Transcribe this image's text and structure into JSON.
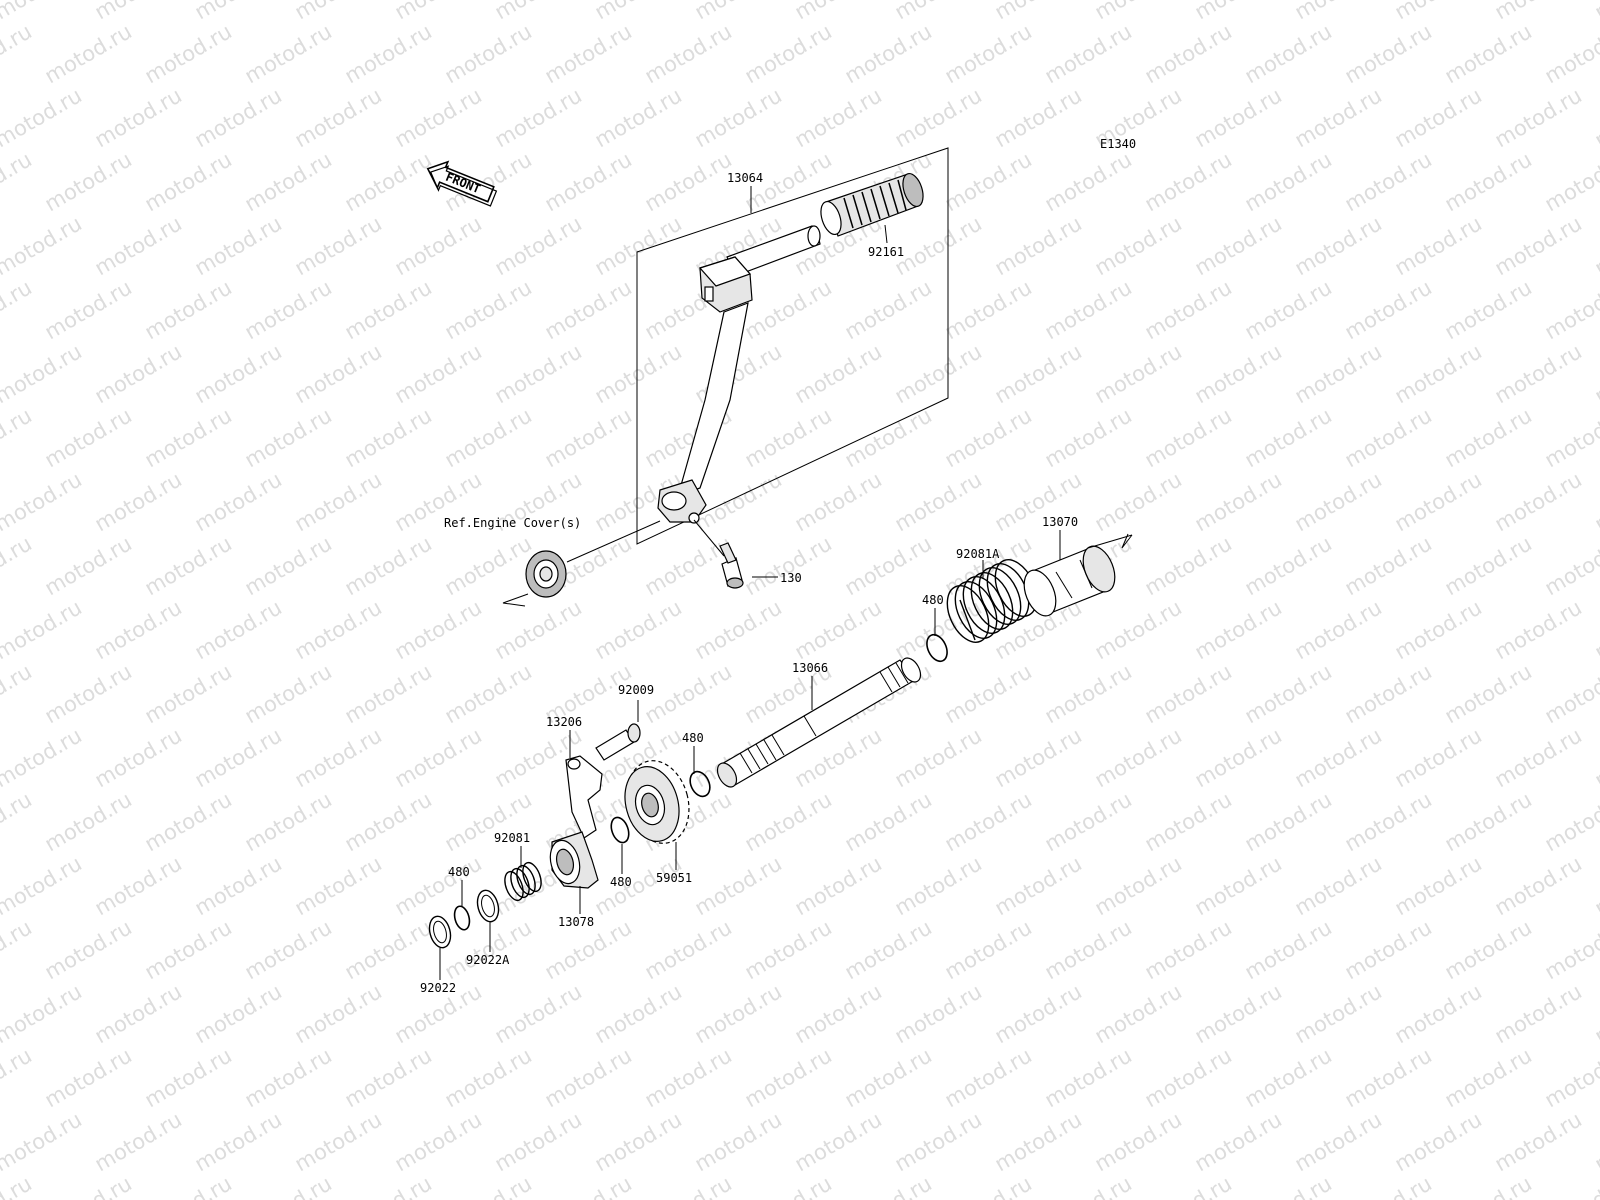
{
  "watermark": {
    "text": "motod.ru"
  },
  "diagram": {
    "code": "E1340",
    "front_label": "FRONT",
    "reference_note": "Ref.Engine Cover(s)",
    "callouts": [
      {
        "id": "c13064",
        "part_no": "13064"
      },
      {
        "id": "c92161",
        "part_no": "92161"
      },
      {
        "id": "c130",
        "part_no": "130"
      },
      {
        "id": "c13070",
        "part_no": "13070"
      },
      {
        "id": "c92081A",
        "part_no": "92081A"
      },
      {
        "id": "c480a",
        "part_no": "480"
      },
      {
        "id": "c13066",
        "part_no": "13066"
      },
      {
        "id": "c92009",
        "part_no": "92009"
      },
      {
        "id": "c13206",
        "part_no": "13206"
      },
      {
        "id": "c480b",
        "part_no": "480"
      },
      {
        "id": "c92081",
        "part_no": "92081"
      },
      {
        "id": "c480c",
        "part_no": "480"
      },
      {
        "id": "c59051",
        "part_no": "59051"
      },
      {
        "id": "c480d",
        "part_no": "480"
      },
      {
        "id": "c13078",
        "part_no": "13078"
      },
      {
        "id": "c92022A",
        "part_no": "92022A"
      },
      {
        "id": "c92022",
        "part_no": "92022"
      }
    ]
  }
}
